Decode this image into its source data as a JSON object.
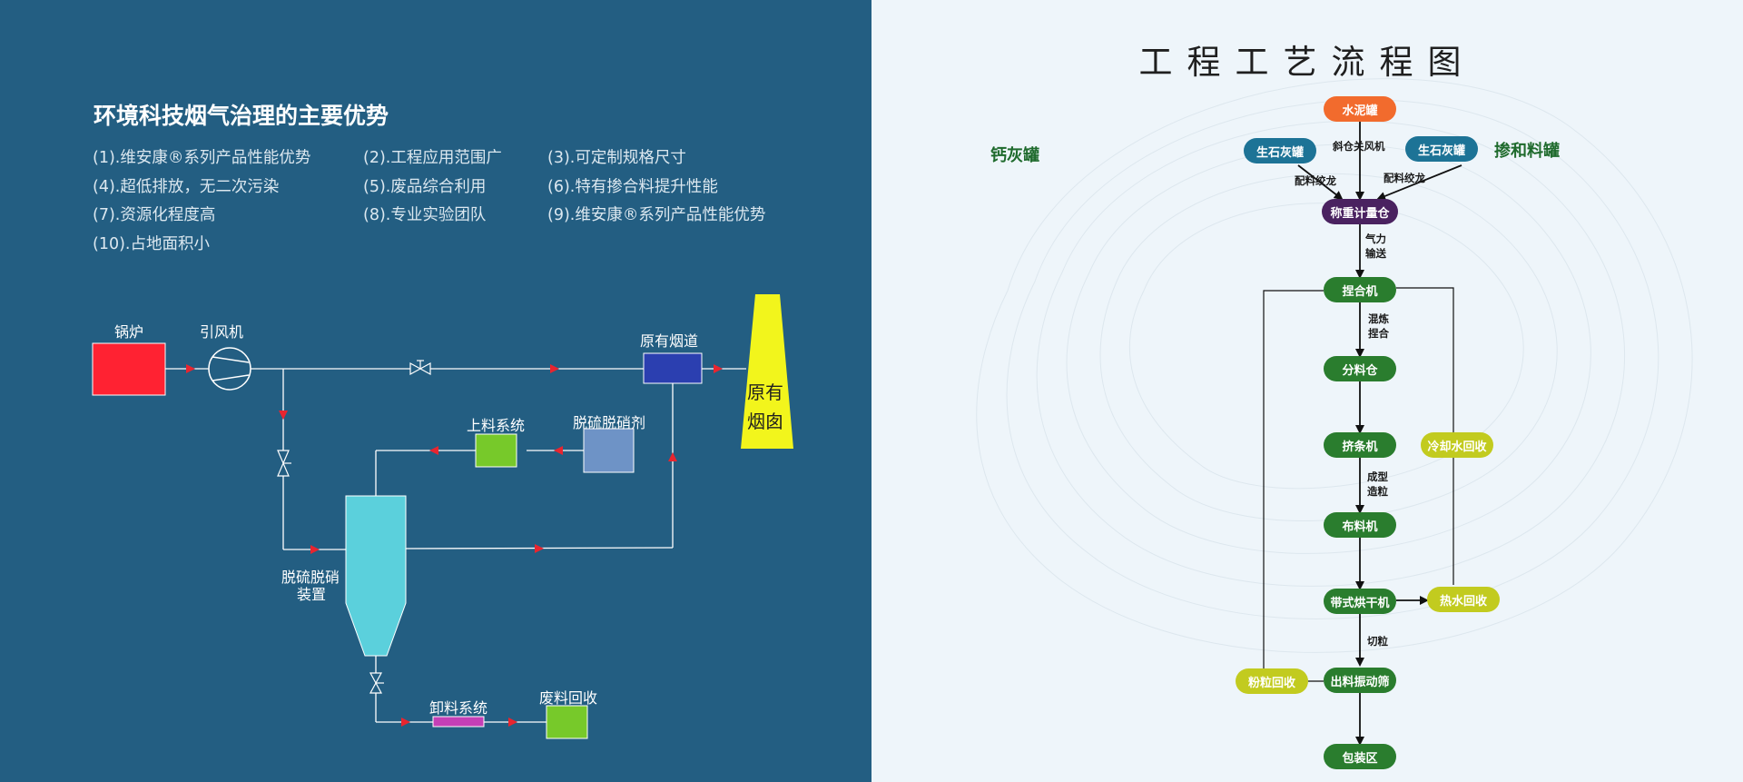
{
  "left": {
    "title": "环境科技烟气治理的主要优势",
    "advantages": [
      "(1).维安康®系列产品性能优势",
      "(2).工程应用范围广",
      "(3).可定制规格尺寸",
      "(4).超低排放，无二次污染",
      "(5).废品综合利用",
      "(6).特有掺合料提升性能",
      "(7).资源化程度高",
      "(8).专业实验团队",
      "(9).维安康®系列产品性能优势",
      "(10).占地面积小"
    ],
    "diagram": {
      "boiler": "锅炉",
      "fan": "引风机",
      "duct": "原有烟道",
      "chimney_line1": "原有",
      "chimney_line2": "烟囱",
      "feeding": "上料系统",
      "agent": "脱硫脱硝剂",
      "device_line1": "脱硫脱硝",
      "device_line2": "装置",
      "unload": "卸料系统",
      "waste": "废料回收"
    },
    "colors": {
      "background": "#235e82",
      "boiler": "#ff2232",
      "duct": "#2b3fb0",
      "chimney": "#f2f51c",
      "feeding": "#77c92a",
      "agent": "#6e93c6",
      "device": "#5bd0dc",
      "unload": "#c43fb6",
      "waste": "#77c92a",
      "arrow": "#e8252f"
    }
  },
  "right": {
    "title": "工程工艺流程图",
    "side_left": "钙灰罐",
    "side_right": "掺和料罐",
    "nodes": {
      "cement": "水泥罐",
      "lime1": "生石灰罐",
      "lime2": "生石灰罐",
      "weigh": "称重计量仓",
      "kneader": "捏合机",
      "split": "分料仓",
      "extruder": "挤条机",
      "spreader": "布料机",
      "dryer": "带式烘干机",
      "screen": "出料振动筛",
      "pack": "包装区",
      "coolwater": "冷却水回收",
      "hotwater": "热水回收",
      "powder": "粉粒回收"
    },
    "edge_labels": {
      "screw_feeder": "斜仓关风机",
      "mix_left": "配料绞龙",
      "mix_right": "配料绞龙",
      "pneumatic_1": "气力",
      "pneumatic_2": "输送",
      "knead_1": "混炼",
      "knead_2": "捏合",
      "form_1": "成型",
      "form_2": "造粒",
      "cut": "切粒"
    },
    "colors": {
      "orange": "#f26b2d",
      "blue": "#1d7396",
      "purple": "#4a2260",
      "green": "#2a7d2e",
      "lime": "#c2cb1f",
      "side_text": "#1e6a2c"
    }
  }
}
